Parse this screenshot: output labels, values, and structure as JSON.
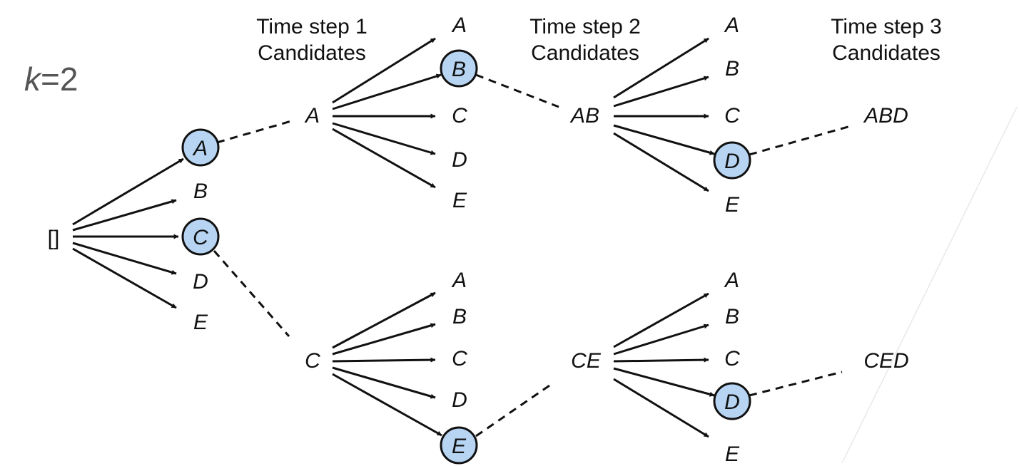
{
  "k_label": {
    "k": "k",
    "rest": "=2"
  },
  "headers": [
    {
      "line1": "Time step 1",
      "line2": "Candidates"
    },
    {
      "line1": "Time step 2",
      "line2": "Candidates"
    },
    {
      "line1": "Time step 3",
      "line2": "Candidates"
    }
  ],
  "root": "[]",
  "step1": {
    "candidates": [
      "A",
      "B",
      "C",
      "D",
      "E"
    ],
    "selected": [
      "A",
      "C"
    ]
  },
  "step2": {
    "upper": {
      "prefix": "A",
      "candidates": [
        "A",
        "B",
        "C",
        "D",
        "E"
      ],
      "selected": "B"
    },
    "lower": {
      "prefix": "C",
      "candidates": [
        "A",
        "B",
        "C",
        "D",
        "E"
      ],
      "selected": "E"
    }
  },
  "step3": {
    "upper": {
      "prefix": "AB",
      "candidates": [
        "A",
        "B",
        "C",
        "D",
        "E"
      ],
      "selected": "D",
      "result": "ABD"
    },
    "lower": {
      "prefix": "CE",
      "candidates": [
        "A",
        "B",
        "C",
        "D",
        "E"
      ],
      "selected": "D",
      "result": "CED"
    }
  },
  "colors": {
    "selected_fill": "#b7d5f3",
    "ink": "#111111",
    "k_label": "#555555"
  }
}
